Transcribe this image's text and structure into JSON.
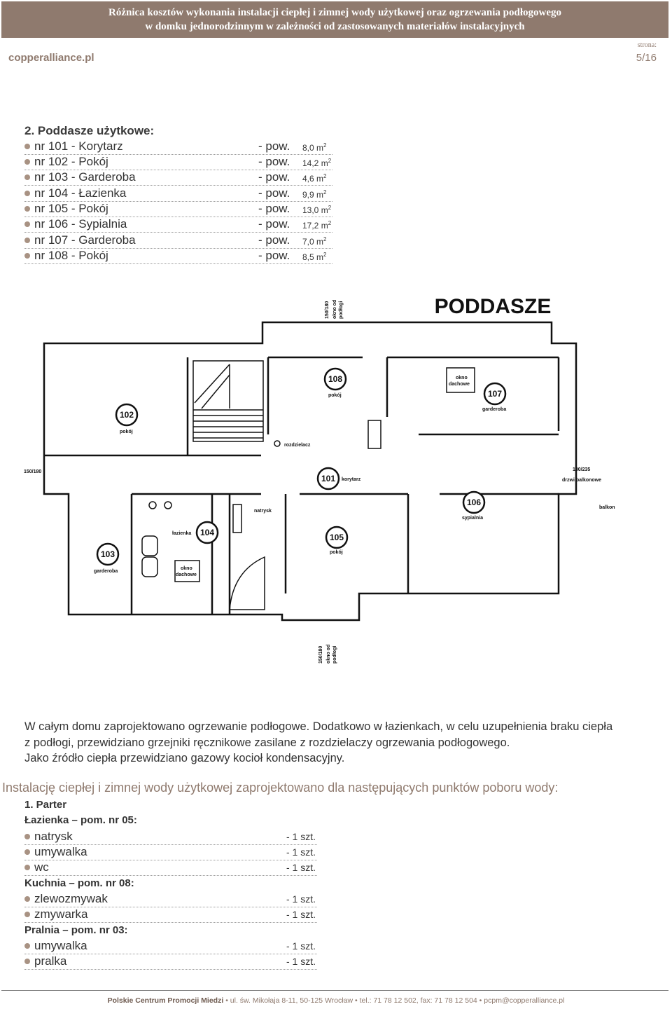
{
  "header": {
    "title_line1": "Różnica kosztów wykonania instalacji ciepłej i zimnej wody użytkowej oraz ogrzewania podłogowego",
    "title_line2": "w domku jednorodzinnym w zależności od zastosowanych materiałów instalacyjnych",
    "site": "copperalliance.pl",
    "page_label": "strona:",
    "page_number": "5/16"
  },
  "section": {
    "heading": "2. Poddasze użytkowe:",
    "rooms": [
      {
        "name": "nr 101 - Korytarz",
        "pow": "- pow.",
        "area": "8,0 m",
        "unit_exp": "2"
      },
      {
        "name": "nr 102 - Pokój",
        "pow": "- pow.",
        "area": "14,2 m",
        "unit_exp": "2"
      },
      {
        "name": "nr 103 - Garderoba",
        "pow": "- pow.",
        "area": "4,6 m",
        "unit_exp": "2"
      },
      {
        "name": "nr 104 - Łazienka",
        "pow": "- pow.",
        "area": "9,9 m",
        "unit_exp": "2"
      },
      {
        "name": "nr 105 - Pokój",
        "pow": "- pow.",
        "area": "13,0 m",
        "unit_exp": "2"
      },
      {
        "name": "nr 106 - Sypialnia",
        "pow": "- pow.",
        "area": "17,2 m",
        "unit_exp": "2"
      },
      {
        "name": "nr 107 - Garderoba",
        "pow": "- pow.",
        "area": "7,0 m",
        "unit_exp": "2"
      },
      {
        "name": "nr 108 - Pokój",
        "pow": "- pow.",
        "area": "8,5 m",
        "unit_exp": "2"
      }
    ]
  },
  "plan": {
    "title": "PODDASZE",
    "labels": {
      "r101": "101",
      "r102": "102",
      "r103": "103",
      "r104": "104",
      "r105": "105",
      "r106": "106",
      "r107": "107",
      "r108": "108",
      "korytarz": "korytarz",
      "pokoj": "pokój",
      "garderoba": "garderoba",
      "lazienka": "łazienka",
      "sypialnia": "sypialnia",
      "rozdzielacz": "rozdzielacz",
      "natrysk": "natrysk",
      "balkon": "balkon",
      "okno_dachowe_1": "okno",
      "okno_dachowe_2": "dachowe",
      "drzwi_dim": "180/235",
      "drzwi_label": "drzwi balkonowe",
      "win_left": "150/180",
      "win_top_dim": "150/180",
      "win_top_1": "okno od",
      "win_top_2": "podłogi"
    }
  },
  "paragraph": {
    "line1": "W całym domu zaprojektowano ogrzewanie podłogowe. Dodatkowo w łazienkach, w celu uzupełnienia braku ciepła",
    "line2": "z podłogi, przewidziano grzejniki ręcznikowe zasilane z rozdzielaczy ogrzewania podłogowego.",
    "line3": "Jako źródło ciepła przewidziano gazowy kocioł kondensacyjny."
  },
  "points": {
    "heading": "Instalację ciepłej i zimnej wody użytkowej zaprojektowano dla następujących punktów poboru wody:",
    "level": "1. Parter",
    "groups": [
      {
        "title": "Łazienka – pom. nr 05:",
        "items": [
          {
            "name": "natrysk",
            "qty": "- 1 szt."
          },
          {
            "name": "umywalka",
            "qty": "- 1 szt."
          },
          {
            "name": "wc",
            "qty": "- 1 szt."
          }
        ]
      },
      {
        "title": "Kuchnia – pom. nr 08:",
        "items": [
          {
            "name": "zlewozmywak",
            "qty": "- 1 szt."
          },
          {
            "name": "zmywarka",
            "qty": "- 1 szt."
          }
        ]
      },
      {
        "title": "Pralnia – pom. nr 03:",
        "items": [
          {
            "name": "umywalka",
            "qty": "- 1 szt."
          },
          {
            "name": "pralka",
            "qty": "- 1 szt."
          }
        ]
      }
    ]
  },
  "footer": {
    "org": "Polskie Centrum Promocji Miedzi",
    "address": "ul. św. Mikołaja 8-11, 50-125 Wrocław",
    "phone": "tel.: 71 78 12 502, fax: 71 78 12 504",
    "email": "pcpm@copperalliance.pl",
    "sep": "•"
  }
}
